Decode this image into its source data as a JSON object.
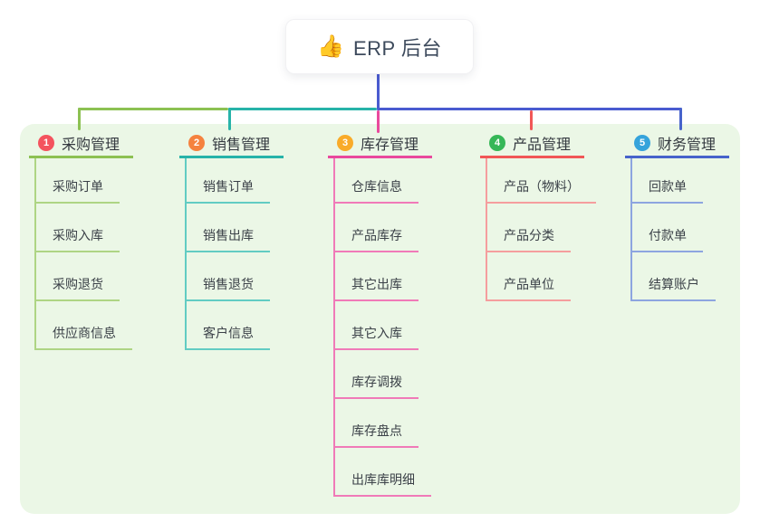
{
  "root": {
    "emoji": "👍",
    "icon": "thumbs-up-icon",
    "label": "ERP 后台"
  },
  "panel": {
    "background": "#ebf7e6"
  },
  "connector": {
    "root_color": "#4a5bd0"
  },
  "branches": [
    {
      "number": "1",
      "title": "采购管理",
      "badge_color": "#f4535e",
      "line_color": "#8cc152",
      "item_line_color": "#aed584",
      "items": [
        "采购订单",
        "采购入库",
        "采购退货",
        "供应商信息"
      ]
    },
    {
      "number": "2",
      "title": "销售管理",
      "badge_color": "#f5823f",
      "line_color": "#27b3a9",
      "item_line_color": "#62ccc3",
      "items": [
        "销售订单",
        "销售出库",
        "销售退货",
        "客户信息"
      ]
    },
    {
      "number": "3",
      "title": "库存管理",
      "badge_color": "#f9ab29",
      "line_color": "#e9499d",
      "item_line_color": "#f07ab8",
      "items": [
        "仓库信息",
        "产品库存",
        "其它出库",
        "其它入库",
        "库存调拨",
        "库存盘点",
        "出库库明细"
      ]
    },
    {
      "number": "4",
      "title": "产品管理",
      "badge_color": "#36b757",
      "line_color": "#f15757",
      "item_line_color": "#f59e9e",
      "items": [
        "产品（物料）",
        "产品分类",
        "产品单位"
      ]
    },
    {
      "number": "5",
      "title": "财务管理",
      "badge_color": "#35a3db",
      "line_color": "#4763cb",
      "item_line_color": "#8da5e0",
      "items": [
        "回款单",
        "付款单",
        "结算账户"
      ]
    }
  ]
}
